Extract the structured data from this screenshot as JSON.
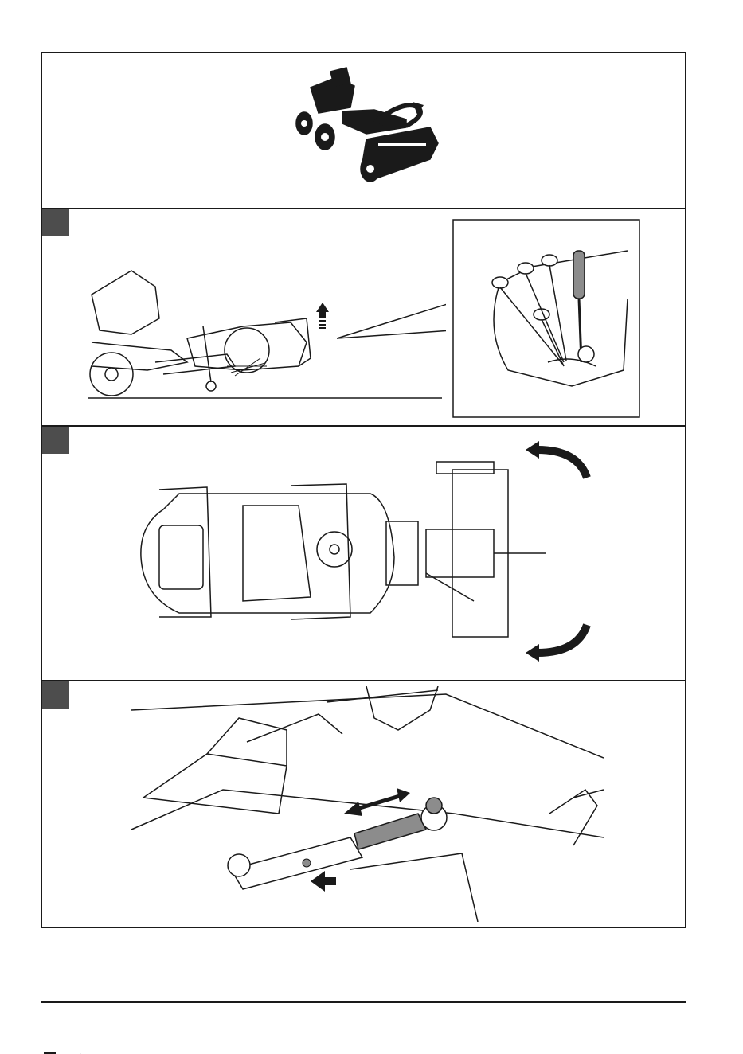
{
  "figure": {
    "panels": [
      {
        "id": "overview",
        "illustration": "rider-with-sweeper-turning",
        "icons": [
          "curved-double-arrow-icon"
        ]
      },
      {
        "id": "step-1",
        "illustration": "side-view-sweeper-raised",
        "icons": [
          "up-arrow-icon",
          "lift-lever-detail"
        ]
      },
      {
        "id": "step-2",
        "illustration": "top-view-sweeper-angle",
        "icons": [
          "rotate-arrow-up-icon",
          "rotate-arrow-down-icon"
        ]
      },
      {
        "id": "step-3",
        "illustration": "adjustable-angle-rod-detail",
        "icons": [
          "double-arrow-icon",
          "push-arrow-icon"
        ]
      }
    ]
  },
  "colors": {
    "ink": "#1a1a1a",
    "marker": "#4d4d4d",
    "rod_fill": "#8c8c8c",
    "paper": "#ffffff"
  }
}
